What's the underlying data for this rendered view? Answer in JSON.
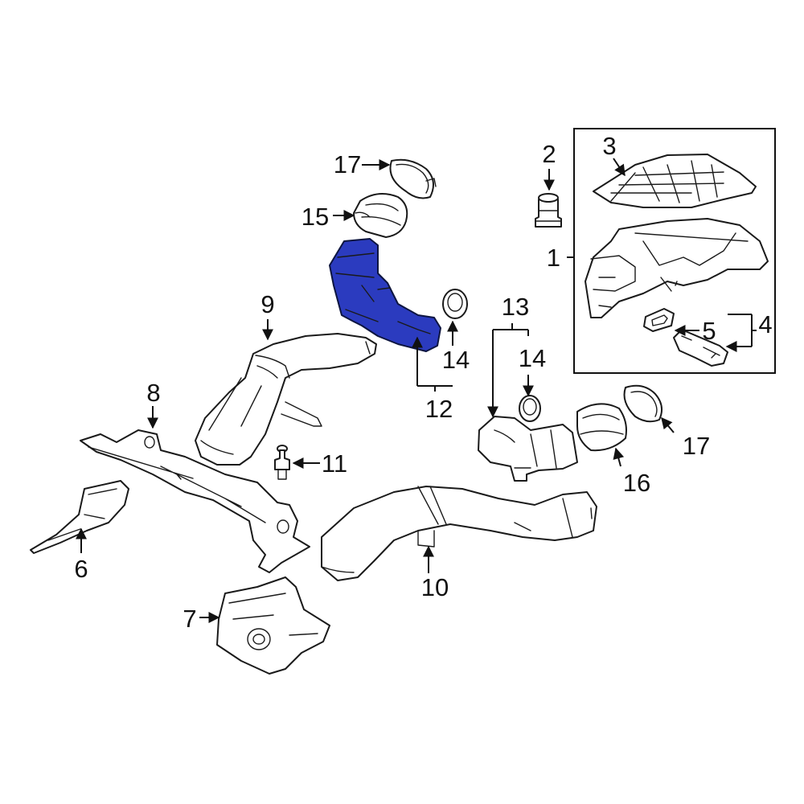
{
  "diagram": {
    "highlight_color": "#2b3bbf",
    "line_color": "#1a1a1a",
    "background_color": "#ffffff",
    "callouts": {
      "c1": "1",
      "c2": "2",
      "c3": "3",
      "c4": "4",
      "c5": "5",
      "c6": "6",
      "c7": "7",
      "c8": "8",
      "c9": "9",
      "c10": "10",
      "c11": "11",
      "c12": "12",
      "c13": "13",
      "c14a": "14",
      "c14b": "14",
      "c15": "15",
      "c16": "16",
      "c17a": "17",
      "c17b": "17"
    }
  }
}
